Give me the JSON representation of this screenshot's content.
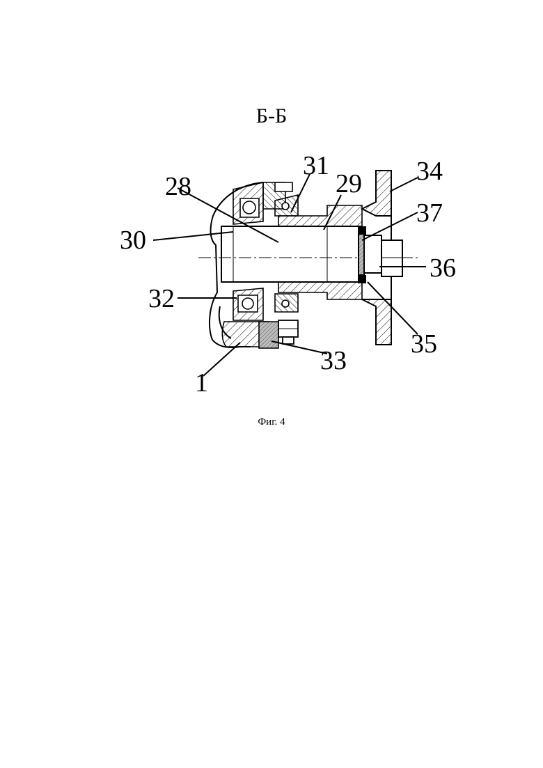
{
  "section_title": "Б-Б",
  "figure_caption": "Фиг. 4",
  "callouts": [
    {
      "id": "1",
      "label": "1"
    },
    {
      "id": "28",
      "label": "28"
    },
    {
      "id": "29",
      "label": "29"
    },
    {
      "id": "30",
      "label": "30"
    },
    {
      "id": "31",
      "label": "31"
    },
    {
      "id": "32",
      "label": "32"
    },
    {
      "id": "33",
      "label": "33"
    },
    {
      "id": "34",
      "label": "34"
    },
    {
      "id": "35",
      "label": "35"
    },
    {
      "id": "36",
      "label": "36"
    },
    {
      "id": "37",
      "label": "37"
    }
  ]
}
